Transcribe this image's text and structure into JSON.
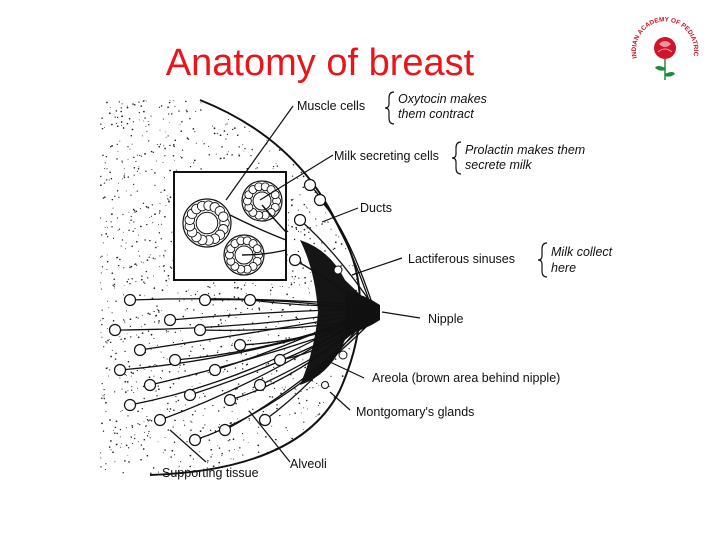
{
  "title": "Anatomy of breast",
  "logo": {
    "ring_text": "INDIAN ACADEMY OF PEDIATRICS",
    "colors": {
      "primary": "#d0142c",
      "accent": "#1d8a3a"
    }
  },
  "labels": {
    "muscle_cells": "Muscle cells",
    "milk_secreting_cells": "Milk secreting cells",
    "ducts": "Ducts",
    "lactiferous_sinuses": "Lactiferous sinuses",
    "nipple": "Nipple",
    "areola": "Areola (brown area behind nipple)",
    "montgomery": "Montgomary's glands",
    "alveoli": "Alveoli",
    "supporting_tissue": "Supporting tissue"
  },
  "notes": {
    "oxytocin_1": "Oxytocin makes",
    "oxytocin_2": "them contract",
    "prolactin_1": "Prolactin makes them",
    "prolactin_2": "secrete milk",
    "milk_1": "Milk collect",
    "milk_2": "here"
  },
  "colors": {
    "title": "#e8161b",
    "ink": "#111111"
  }
}
